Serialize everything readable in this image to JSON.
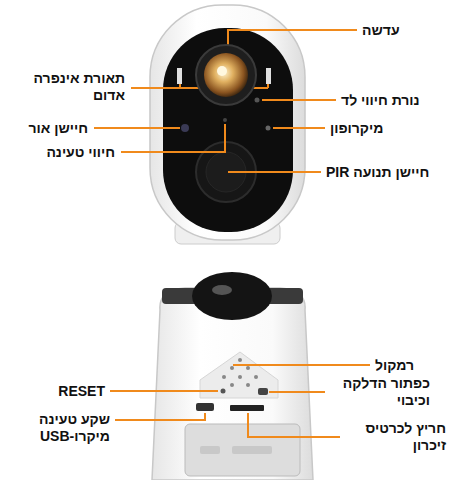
{
  "diagram": {
    "labels": [
      "עדשה",
      "תאורת אינפרה אדום",
      "נורת חיווי לד",
      "חיישן אור",
      "מיקרופון",
      "חיווי טעינה",
      "חיישן תנועה PIR",
      "רמקול",
      "כפתור הדלקה וכיבוי",
      "RESET",
      "שקע טעינה מיקרו-USB",
      "חריץ לכרטיס זיכרון"
    ]
  }
}
